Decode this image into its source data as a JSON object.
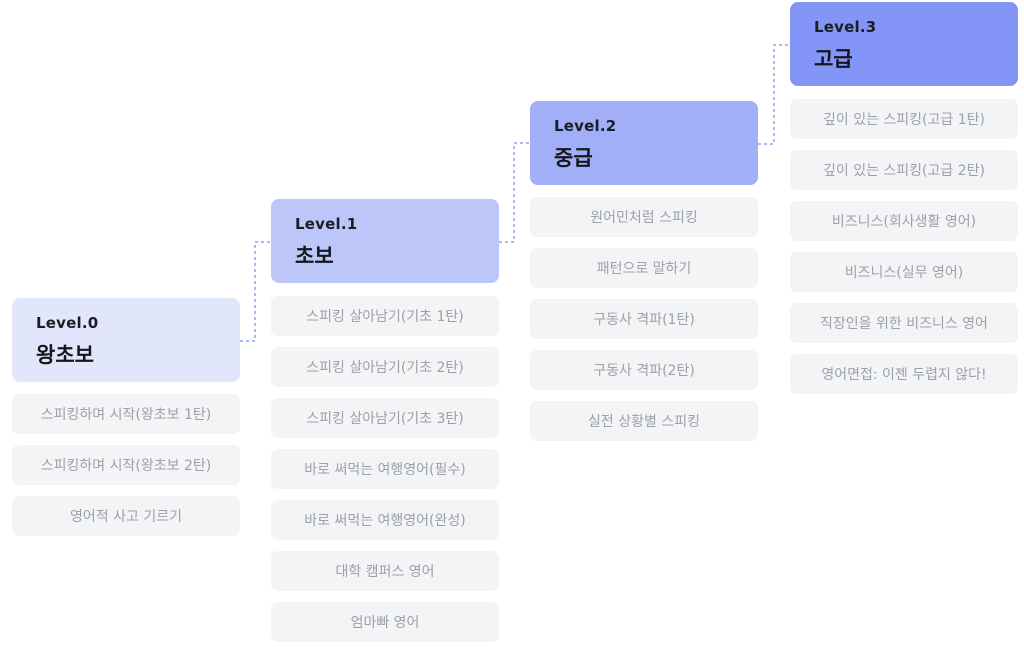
{
  "levels": [
    {
      "level": "Level.0",
      "name": "왕초보",
      "items": [
        "스피킹하며 시작(왕초보 1탄)",
        "스피킹하며 시작(왕초보 2탄)",
        "영어적 사고 기르기"
      ]
    },
    {
      "level": "Level.1",
      "name": "초보",
      "items": [
        "스피킹 살아남기(기초 1탄)",
        "스피킹 살아남기(기초 2탄)",
        "스피킹 살아남기(기초 3탄)",
        "바로 써먹는 여행영어(필수)",
        "바로 써먹는 여행영어(완성)",
        "대학 캠퍼스 영어",
        "엄마빠 영어"
      ]
    },
    {
      "level": "Level.2",
      "name": "중급",
      "items": [
        "원어민처럼 스피킹",
        "패턴으로 말하기",
        "구동사 격파(1탄)",
        "구동사 격파(2탄)",
        "실전 상황별 스피킹"
      ]
    },
    {
      "level": "Level.3",
      "name": "고급",
      "items": [
        "깊이 있는 스피킹(고급 1탄)",
        "깊이 있는 스피킹(고급 2탄)",
        "비즈니스(회사생활 영어)",
        "비즈니스(실무 영어)",
        "직장인을 위한 비즈니스 영어",
        "영어면접: 이젠 두렵지 않다!"
      ]
    }
  ],
  "colors": {
    "level0": "#e1e6fb",
    "level1": "#bcc6f9",
    "level2": "#a0aff8",
    "level3": "#8395f7",
    "item_bg": "#f3f4f6",
    "connector": "#8fa0f3"
  }
}
